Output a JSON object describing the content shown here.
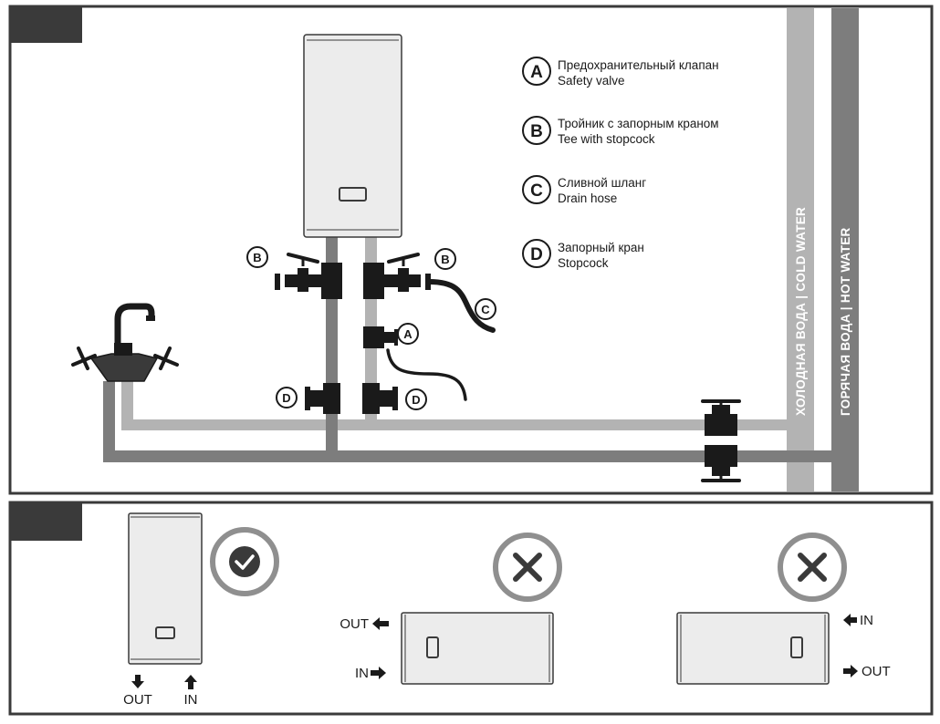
{
  "legend": [
    {
      "letter": "A",
      "ru": "Предохранительный клапан",
      "en": "Safety valve"
    },
    {
      "letter": "B",
      "ru": "Тройник с запорным краном",
      "en": "Tee with stopcock"
    },
    {
      "letter": "C",
      "ru": "Сливной шланг",
      "en": "Drain hose"
    },
    {
      "letter": "D",
      "ru": "Запорный кран",
      "en": "Stopcock"
    }
  ],
  "pipes": {
    "cold_label": "ХОЛОДНАЯ ВОДА  |  COLD WATER",
    "hot_label": "ГОРЯЧАЯ ВОДА  |  HOT WATER"
  },
  "markers": {
    "a": "A",
    "b": "B",
    "c": "C",
    "d": "D"
  },
  "installation": {
    "correct": {
      "out": "OUT",
      "in": "IN"
    },
    "wrong_left": {
      "out": "OUT",
      "in": "IN"
    },
    "wrong_right": {
      "in": "IN",
      "out": "OUT"
    }
  },
  "colors": {
    "frame": "#3a3a3a",
    "pipe_light": "#b3b3b3",
    "pipe_dark": "#7d7d7d",
    "fitting": "#1a1a1a",
    "heater_fill": "#ececec",
    "ok_ring": "#8f8f8f"
  }
}
